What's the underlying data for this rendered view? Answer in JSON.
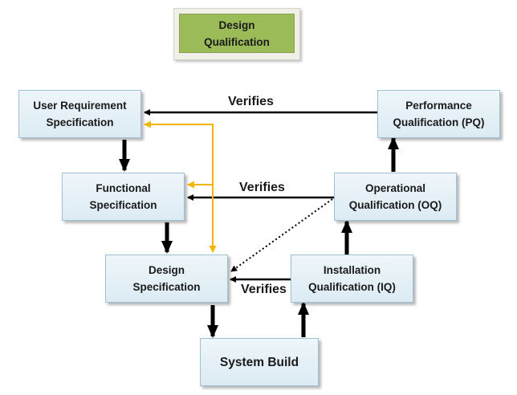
{
  "title": {
    "line1": "Design",
    "line2": "Qualification"
  },
  "boxes": {
    "urs": {
      "line1": "User Requirement",
      "line2": "Specification"
    },
    "fs": {
      "line1": "Functional",
      "line2": "Specification"
    },
    "ds": {
      "line1": "Design",
      "line2": "Specification"
    },
    "sb": {
      "line1": "System Build"
    },
    "iq": {
      "line1": "Installation",
      "line2": "Qualification (IQ)"
    },
    "oq": {
      "line1": "Operational",
      "line2": "Qualification (OQ)"
    },
    "pq": {
      "line1": "Performance",
      "line2": "Qualification (PQ)"
    }
  },
  "verifies_labels": [
    "Verifies",
    "Verifies",
    "Verifies"
  ],
  "colors": {
    "arrow": "#000000",
    "design_arrow": "#f5b400",
    "title_fill": "#9bbb59"
  }
}
